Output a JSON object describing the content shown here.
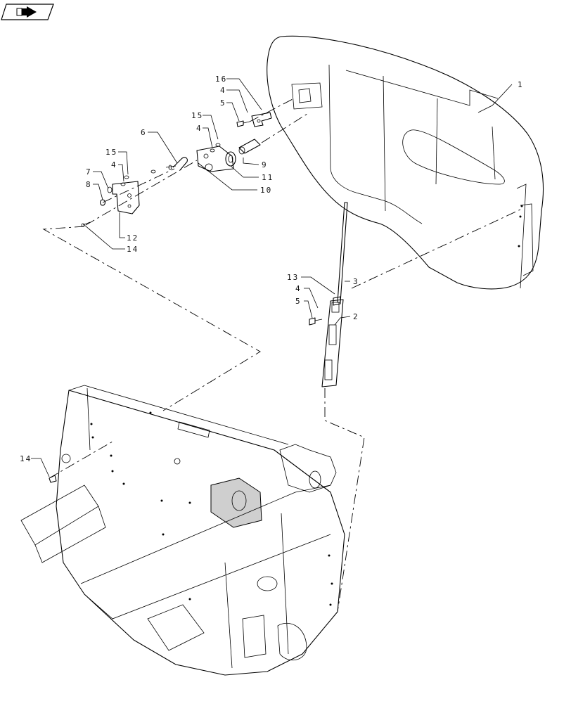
{
  "nav_icon": {
    "name": "page-nav-arrow-icon"
  },
  "callouts": [
    {
      "id": "c1",
      "label": "1"
    },
    {
      "id": "c16",
      "label": "16"
    },
    {
      "id": "c4a",
      "label": "4"
    },
    {
      "id": "c5a",
      "label": "5"
    },
    {
      "id": "c15a",
      "label": "15"
    },
    {
      "id": "c4b",
      "label": "4"
    },
    {
      "id": "c6",
      "label": "6"
    },
    {
      "id": "c15b",
      "label": "15"
    },
    {
      "id": "c4c",
      "label": "4"
    },
    {
      "id": "c7",
      "label": "7"
    },
    {
      "id": "c8",
      "label": "8"
    },
    {
      "id": "c9",
      "label": "9"
    },
    {
      "id": "c11",
      "label": "11"
    },
    {
      "id": "c10",
      "label": "10"
    },
    {
      "id": "c12",
      "label": "12"
    },
    {
      "id": "c14a",
      "label": "14"
    },
    {
      "id": "c13",
      "label": "13"
    },
    {
      "id": "c3",
      "label": "3"
    },
    {
      "id": "c4d",
      "label": "4"
    },
    {
      "id": "c5b",
      "label": "5"
    },
    {
      "id": "c2",
      "label": "2"
    },
    {
      "id": "c14b",
      "label": "14"
    }
  ]
}
